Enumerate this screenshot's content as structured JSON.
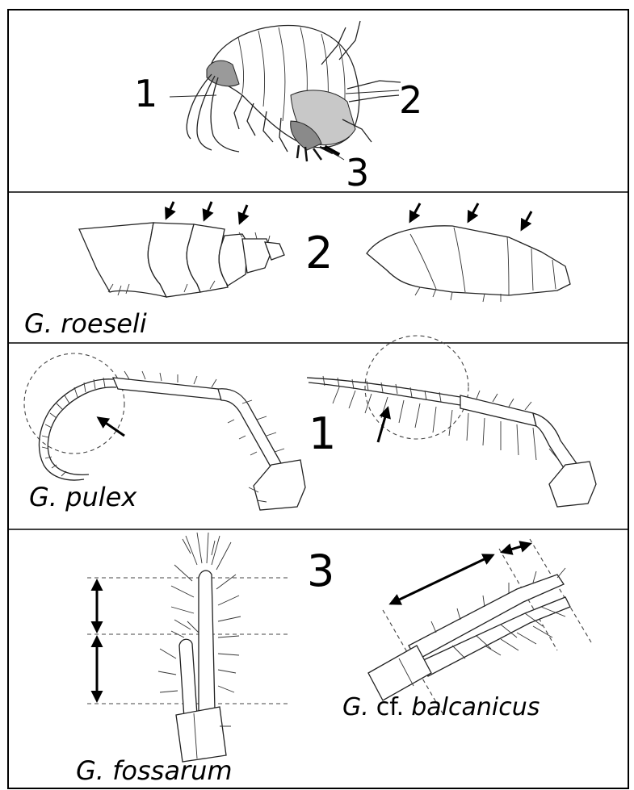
{
  "panel1": {
    "labels": [
      "1",
      "2",
      "3"
    ]
  },
  "panel2": {
    "number": "2",
    "species": "G. roeseli"
  },
  "panel3": {
    "number": "1",
    "species": "G. pulex"
  },
  "panel4": {
    "number": "3",
    "species_left": "G. fossarum",
    "species_right_prefix": "G.",
    "species_right_cf": "cf.",
    "species_right_name": "balcanicus"
  }
}
